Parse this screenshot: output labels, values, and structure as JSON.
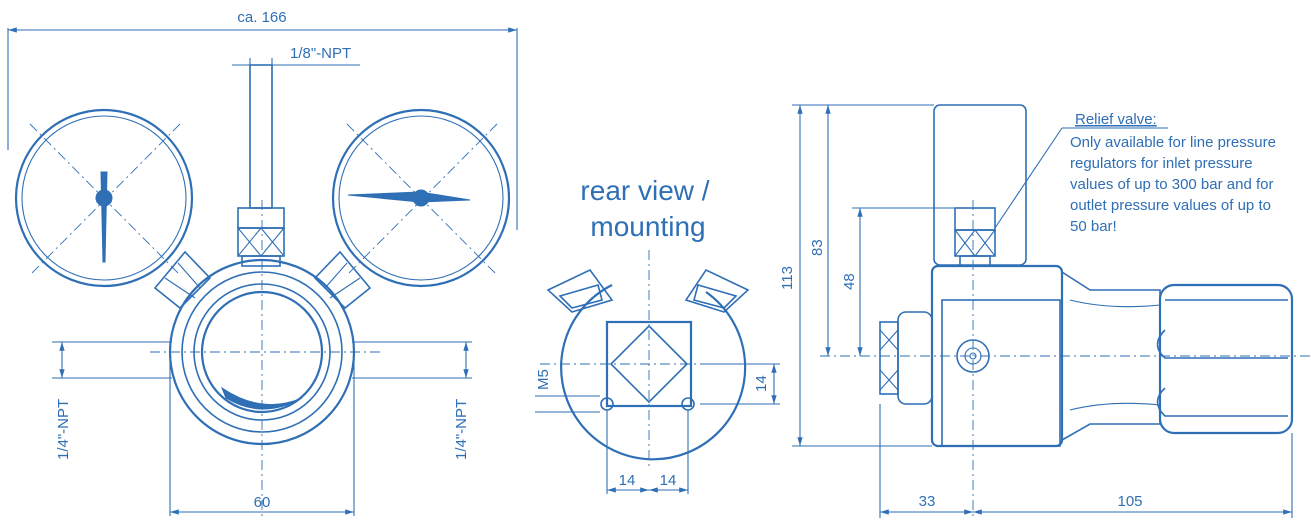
{
  "dimensions": {
    "overall_width": "ca. 166",
    "top_port": "1/8\"-NPT",
    "left_port": "1/4\"-NPT",
    "right_port": "1/4\"-NPT",
    "body_width": "60",
    "rear_thread": "M5",
    "rear_offset_vertical": "14",
    "rear_left_spacing": "14",
    "rear_right_spacing": "14",
    "side_total_height": "113",
    "side_height_83": "83",
    "side_height_48": "48",
    "side_depth_33": "33",
    "side_length_105": "105"
  },
  "rear_view": {
    "line1": "rear view /",
    "line2": "mounting"
  },
  "relief_note": {
    "heading": "Relief valve:",
    "lines": [
      "Only available for line pressure",
      "regulators for inlet pressure",
      "values of up to 300 bar and for",
      "outlet pressure values of up to",
      "50 bar!"
    ]
  },
  "colors": {
    "line": "#2f6fb5"
  }
}
